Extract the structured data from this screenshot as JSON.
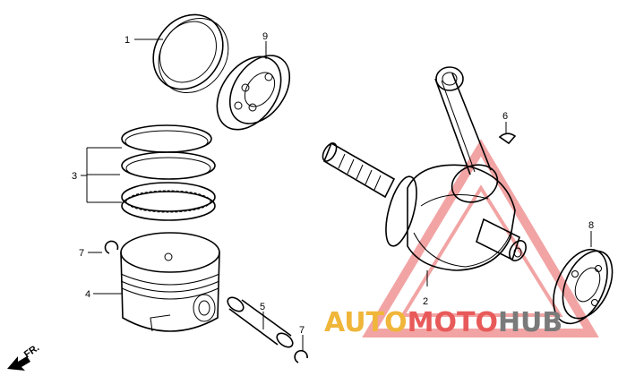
{
  "callouts": [
    {
      "id": "p1",
      "text": "1"
    },
    {
      "id": "p2",
      "text": "2"
    },
    {
      "id": "p3",
      "text": "3"
    },
    {
      "id": "p4",
      "text": "4"
    },
    {
      "id": "p5",
      "text": "5"
    },
    {
      "id": "p6",
      "text": "6"
    },
    {
      "id": "p7a",
      "text": "7"
    },
    {
      "id": "p7b",
      "text": "7"
    },
    {
      "id": "p8",
      "text": "8"
    },
    {
      "id": "p9",
      "text": "9"
    }
  ],
  "direction_marker": "FR.",
  "watermark": {
    "part1": "AUTO",
    "part2": "MOTO",
    "part3": "HUB",
    "color_gold": "#f0b63a",
    "color_red": "#e85a5a",
    "color_gray": "#7a7a7a"
  }
}
